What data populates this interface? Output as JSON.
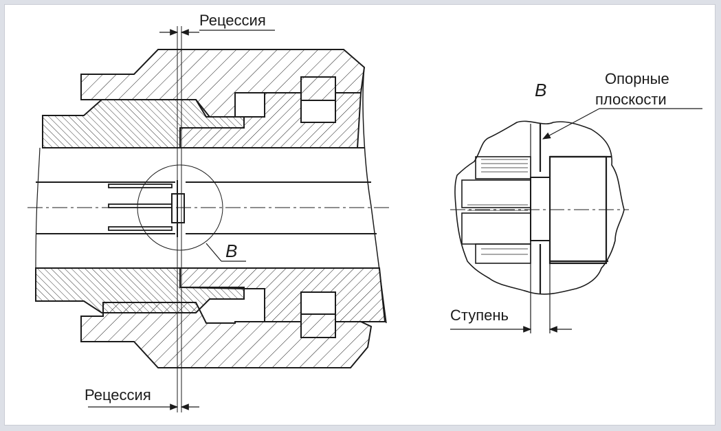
{
  "labels": {
    "recession_top": "Рецессия",
    "recession_bottom": "Рецессия",
    "detail_callout": "B",
    "detail_title": "B",
    "support_planes_line1": "Опорные",
    "support_planes_line2": "плоскости",
    "step": "Ступень"
  },
  "colors": {
    "line": "#1b1b1b",
    "frame": "#dde0e7",
    "panel_border": "#c9ccd4"
  }
}
